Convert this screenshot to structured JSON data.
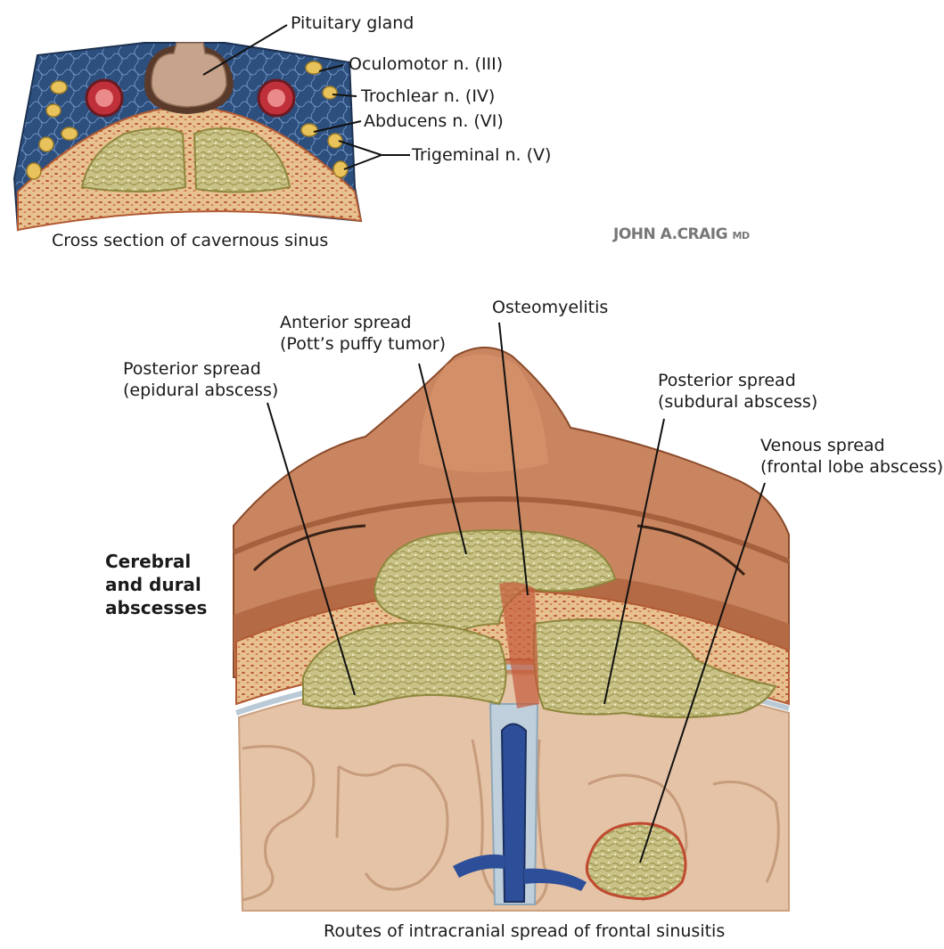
{
  "inset": {
    "caption": "Cross section of cavernous sinus",
    "labels": {
      "pituitary": "Pituitary gland",
      "oculomotor": "Oculomotor n. (III)",
      "trochlear": "Trochlear n. (IV)",
      "abducens": "Abducens n. (VI)",
      "trigeminal": "Trigeminal n. (V)"
    }
  },
  "signature": "JOHN A.CRAIG",
  "signature_suffix": "MD",
  "main": {
    "side_title": [
      "Cerebral",
      "and dural",
      "abscesses"
    ],
    "caption": "Routes of intracranial spread of frontal sinusitis",
    "labels": {
      "anterior": [
        "Anterior spread",
        "(Pott’s puffy tumor)"
      ],
      "osteomyelitis": "Osteomyelitis",
      "posterior_epidural": [
        "Posterior spread",
        "(epidural abscess)"
      ],
      "posterior_subdural": [
        "Posterior spread",
        "(subdural abscess)"
      ],
      "venous": [
        "Venous spread",
        "(frontal lobe abscess)"
      ]
    }
  },
  "colors": {
    "sinus_blue": "#2f4f7a",
    "bone": "#e9c79a",
    "pus": "#c9c489",
    "skin": "#c98560",
    "brain": "#e5c3a6",
    "vein": "#2d4f9a",
    "artery": "#c0303a",
    "nerve": "#e8c25a"
  }
}
